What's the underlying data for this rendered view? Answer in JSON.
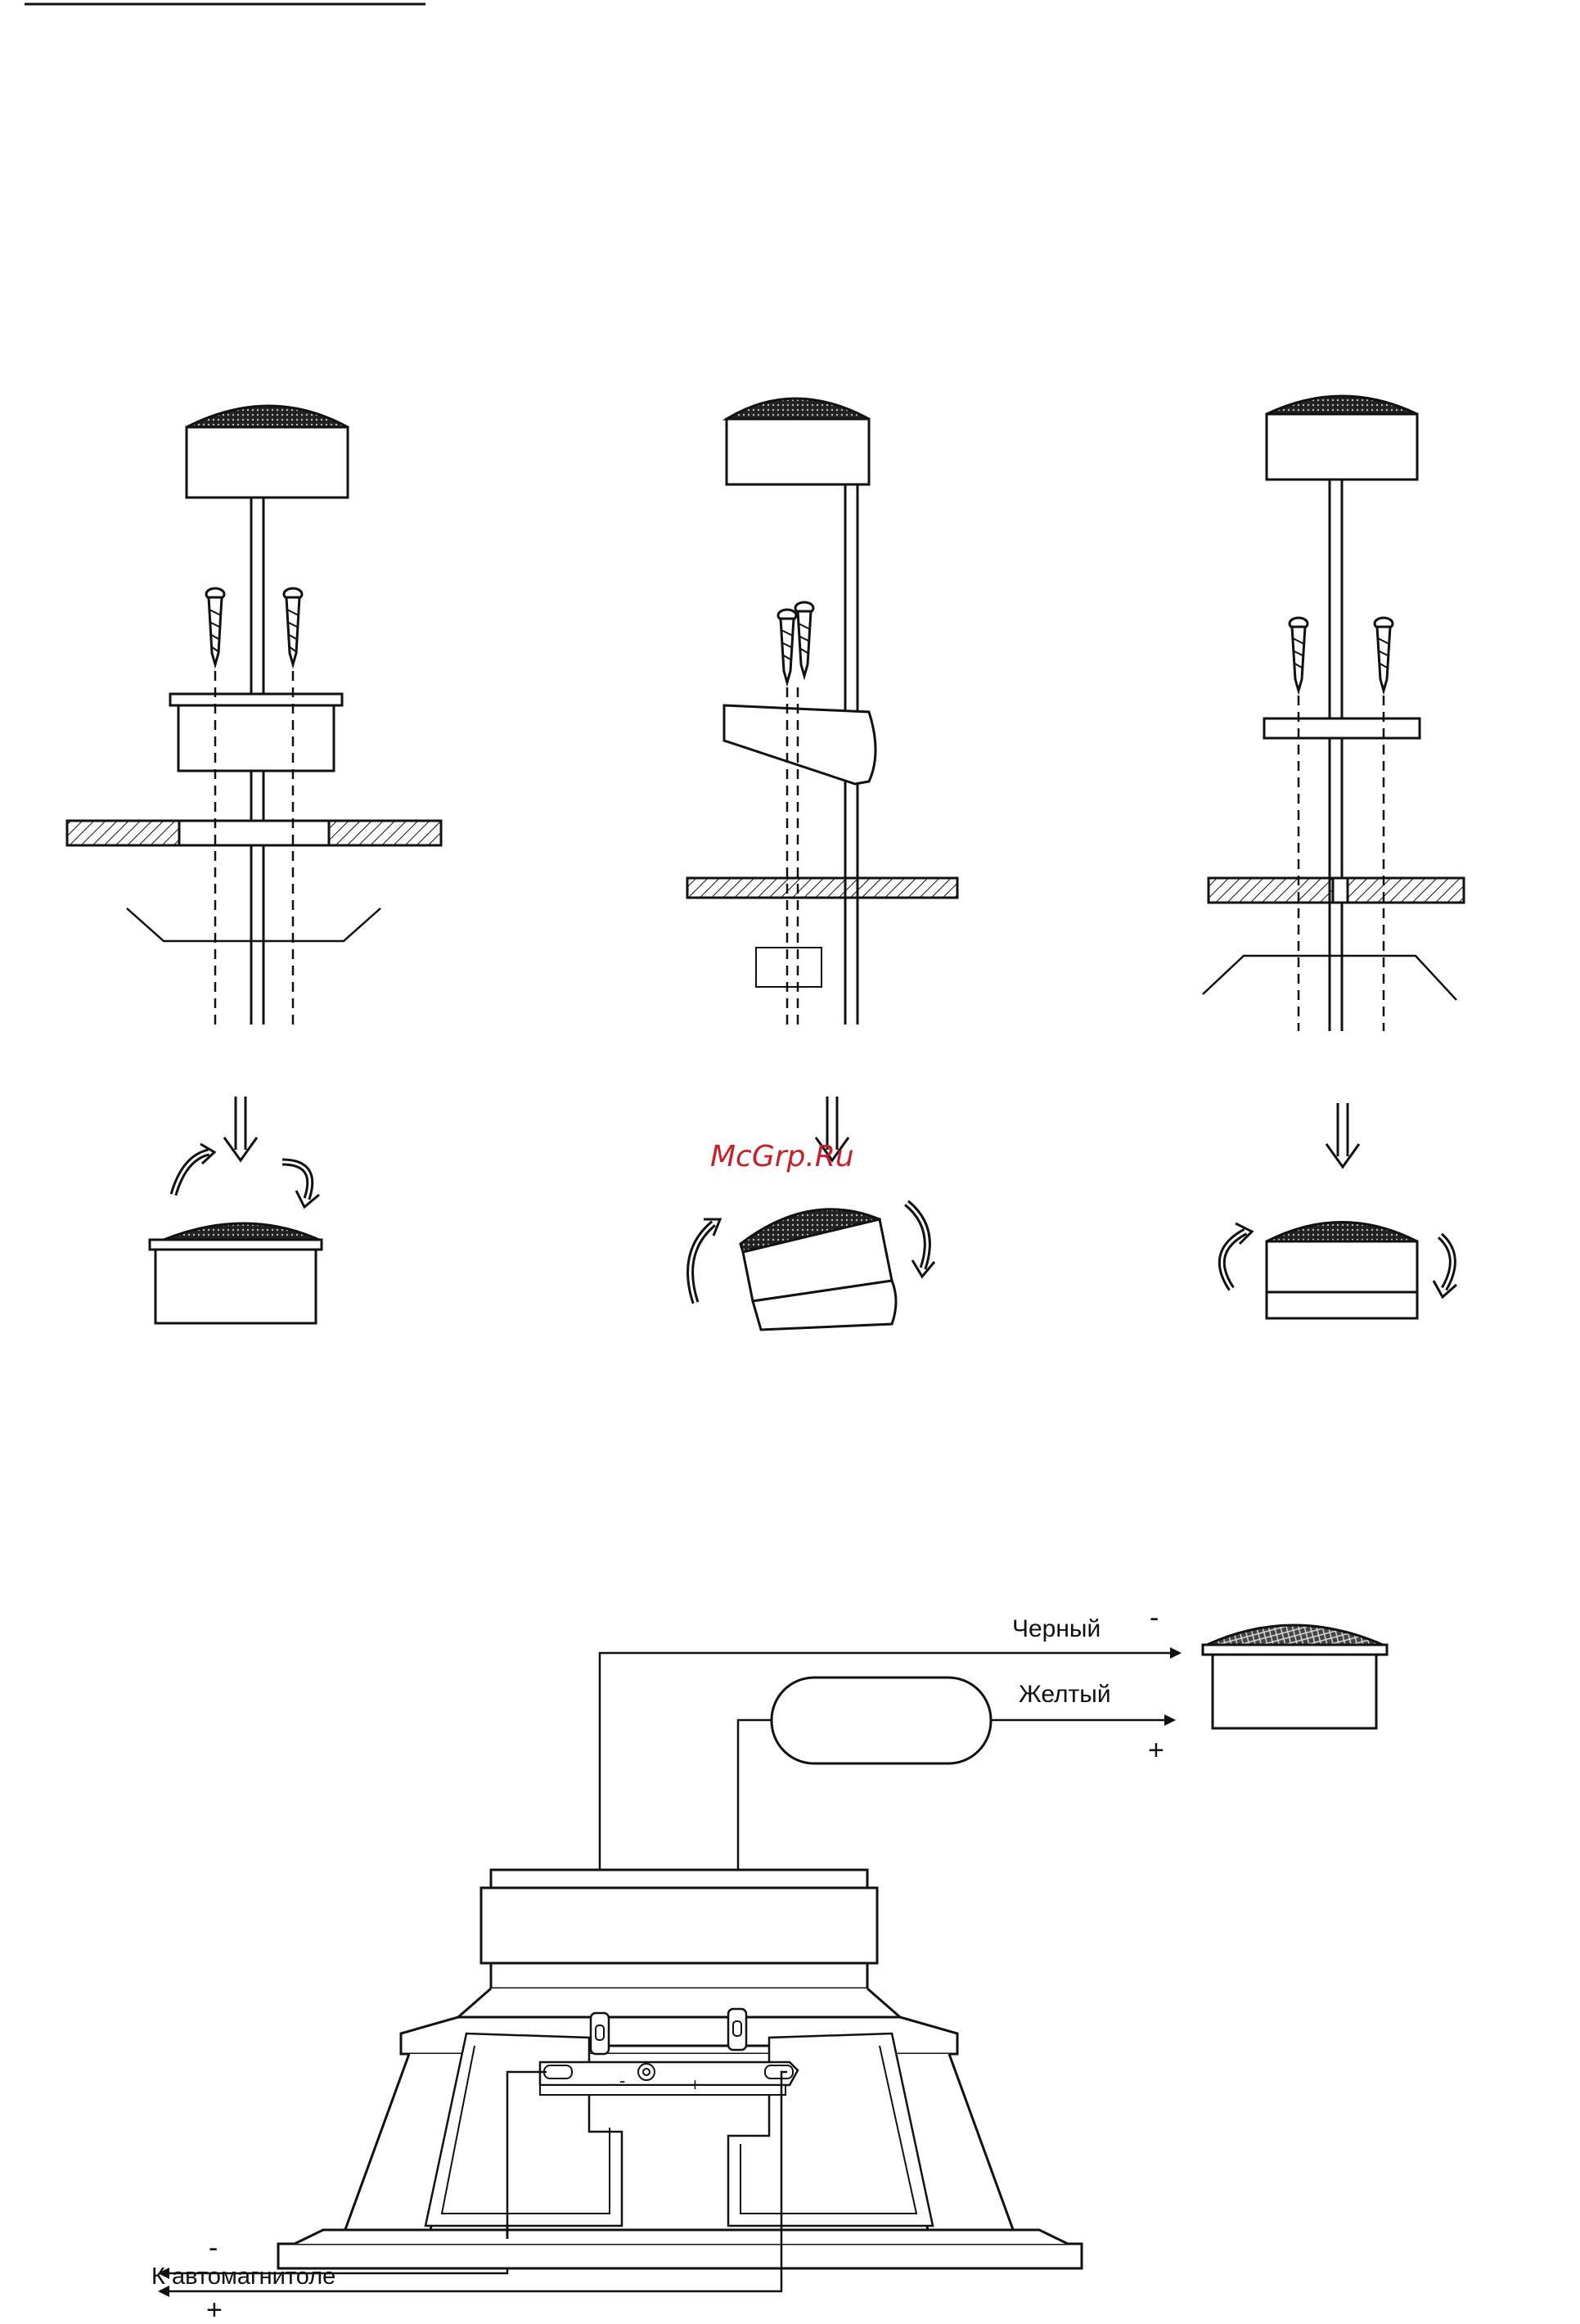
{
  "watermark": "McGrp.Ru",
  "wiring": {
    "black_label": "Черный",
    "black_sign": "-",
    "yellow_label": "Желтый",
    "yellow_sign": "+",
    "terminal_minus": "-",
    "terminal_plus": "+",
    "to_headunit_label": "К автомагнитоле",
    "headunit_minus": "-",
    "headunit_plus": "+"
  },
  "colors": {
    "ink": "#111111",
    "watermark": "#c8202a"
  }
}
